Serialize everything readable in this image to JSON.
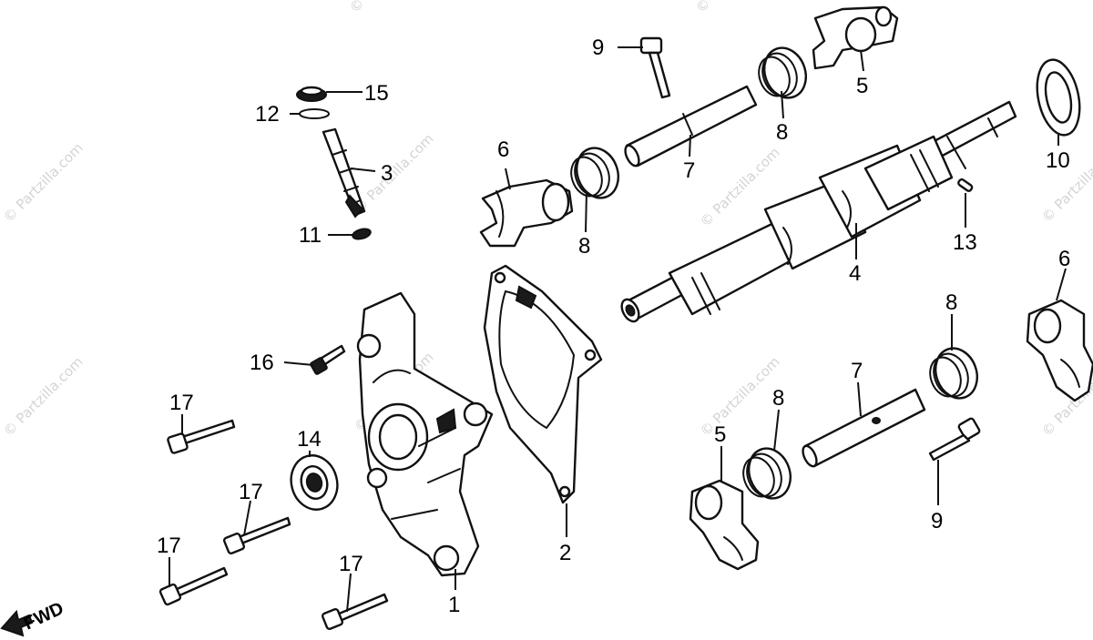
{
  "watermark": "© Partzilla.com",
  "fwd_label": "FWD",
  "callouts": [
    {
      "id": "c1",
      "label": "1"
    },
    {
      "id": "c2",
      "label": "2"
    },
    {
      "id": "c3",
      "label": "3"
    },
    {
      "id": "c4",
      "label": "4"
    },
    {
      "id": "c5a",
      "label": "5"
    },
    {
      "id": "c5b",
      "label": "5"
    },
    {
      "id": "c6a",
      "label": "6"
    },
    {
      "id": "c6b",
      "label": "6"
    },
    {
      "id": "c7a",
      "label": "7"
    },
    {
      "id": "c7b",
      "label": "7"
    },
    {
      "id": "c8a",
      "label": "8"
    },
    {
      "id": "c8b",
      "label": "8"
    },
    {
      "id": "c8c",
      "label": "8"
    },
    {
      "id": "c8d",
      "label": "8"
    },
    {
      "id": "c9a",
      "label": "9"
    },
    {
      "id": "c9b",
      "label": "9"
    },
    {
      "id": "c10",
      "label": "10"
    },
    {
      "id": "c11",
      "label": "11"
    },
    {
      "id": "c12",
      "label": "12"
    },
    {
      "id": "c13",
      "label": "13"
    },
    {
      "id": "c14",
      "label": "14"
    },
    {
      "id": "c15",
      "label": "15"
    },
    {
      "id": "c16",
      "label": "16"
    },
    {
      "id": "c17a",
      "label": "17"
    },
    {
      "id": "c17b",
      "label": "17"
    },
    {
      "id": "c17c",
      "label": "17"
    },
    {
      "id": "c17d",
      "label": "17"
    }
  ]
}
